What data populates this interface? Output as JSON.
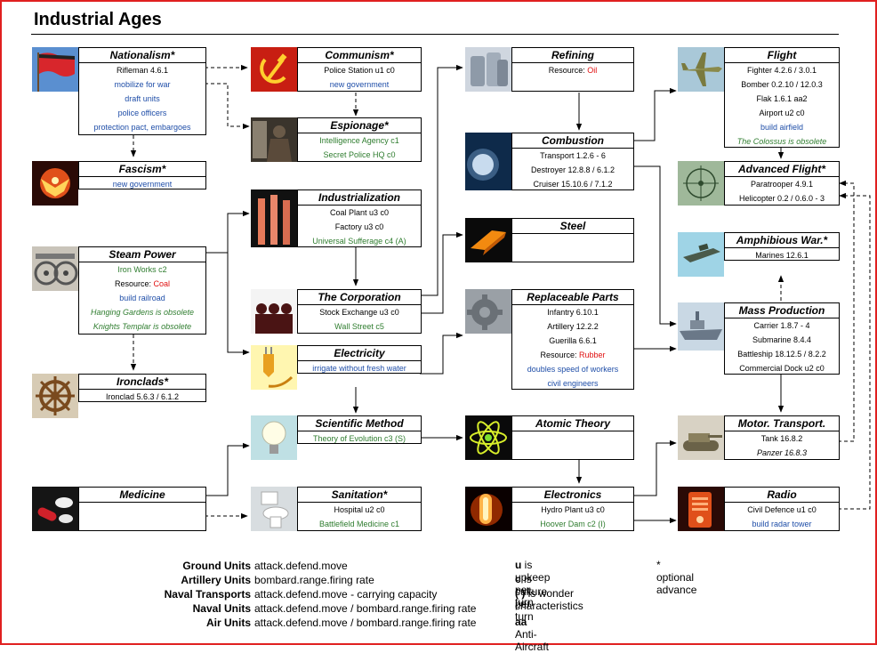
{
  "title": "Industrial Ages",
  "nodes": {
    "nationalism": {
      "name": "Nationalism*",
      "lines": [
        "Rifleman  4.6.1",
        "mobilize for war",
        "draft units",
        "police officers",
        "protection pact, embargoes"
      ],
      "icon": "red-flag-icon"
    },
    "fascism": {
      "name": "Fascism*",
      "lines": [
        "new government"
      ],
      "icon": "fascism-eagle-icon"
    },
    "steam_power": {
      "name": "Steam Power",
      "lines": [
        "Iron Works  c2",
        "Resource: ",
        "build railroad",
        "Hanging Gardens is obsolete",
        "Knights Templar is obsolete"
      ],
      "resource": "Coal",
      "icon": "steam-locomotive-icon"
    },
    "ironclads": {
      "name": "Ironclads*",
      "lines": [
        "Ironclad  5.6.3 / 6.1.2"
      ],
      "icon": "ship-wheel-icon"
    },
    "medicine": {
      "name": "Medicine",
      "lines": [],
      "icon": "pills-icon"
    },
    "communism": {
      "name": "Communism*",
      "lines": [
        "Police Station  u1 c0",
        "new government"
      ],
      "icon": "hammer-sickle-icon"
    },
    "espionage": {
      "name": "Espionage*",
      "lines": [
        "Intelligence Agency  c1",
        "Secret Police HQ  c0"
      ],
      "icon": "spy-icon"
    },
    "industrialization": {
      "name": "Industrialization",
      "lines": [
        "Coal Plant  u3 c0",
        "Factory  u3 c0",
        "Universal Sufferage  c4 (A)"
      ],
      "icon": "smokestacks-icon"
    },
    "corporation": {
      "name": "The Corporation",
      "lines": [
        "Stock Exchange u3 c0",
        "Wall Street c5"
      ],
      "icon": "businessmen-icon"
    },
    "electricity": {
      "name": "Electricity",
      "lines": [
        "irrigate without fresh water"
      ],
      "icon": "electric-plug-icon"
    },
    "scientific_method": {
      "name": "Scientific Method",
      "lines": [
        "Theory of Evolution  c3 (S)"
      ],
      "icon": "light-bulb-icon"
    },
    "sanitation": {
      "name": "Sanitation*",
      "lines": [
        "Hospital  u2 c0",
        "Battlefield Medicine c1"
      ],
      "icon": "toilet-icon"
    },
    "refining": {
      "name": "Refining",
      "lines": [
        "Resource: "
      ],
      "resource": "Oil",
      "icon": "oil-barrels-icon"
    },
    "combustion": {
      "name": "Combustion",
      "lines": [
        "Transport  1.2.6 - 6",
        "Destroyer  12.8.8 / 6.1.2",
        "Cruiser 15.10.6 / 7.1.2"
      ],
      "icon": "combustion-flame-icon"
    },
    "steel": {
      "name": "Steel",
      "lines": [],
      "icon": "steel-bar-icon"
    },
    "replaceable_parts": {
      "name": "Replaceable Parts",
      "lines": [
        "Infantry  6.10.1",
        "Artillery  12.2.2",
        "Guerilla 6.6.1",
        "Resource: ",
        "doubles speed of workers",
        "civil engineers"
      ],
      "resource": "Rubber",
      "icon": "gear-icon"
    },
    "atomic_theory": {
      "name": "Atomic Theory",
      "lines": [],
      "icon": "atom-icon"
    },
    "electronics": {
      "name": "Electronics",
      "lines": [
        "Hydro Plant  u3 c0",
        "Hoover Dam  c2 (I)"
      ],
      "icon": "glowing-tube-icon"
    },
    "flight": {
      "name": "Flight",
      "lines": [
        "Fighter  4.2.6 / 3.0.1",
        "Bomber  0.2.10 / 12.0.3",
        "Flak  1.6.1 aa2",
        "Airport  u2 c0",
        "build airfield",
        "The Colossus is obsolete"
      ],
      "icon": "airplane-icon"
    },
    "advanced_flight": {
      "name": "Advanced Flight*",
      "lines": [
        "Paratrooper  4.9.1",
        "Helicopter  0.2 / 0.6.0 - 3"
      ],
      "icon": "crosshair-icon"
    },
    "amphibious": {
      "name": "Amphibious War.*",
      "lines": [
        "Marines  12.6.1"
      ],
      "icon": "amphibious-vehicle-icon"
    },
    "mass_production": {
      "name": "Mass Production",
      "lines": [
        "Carrier  1.8.7 - 4",
        "Submarine  8.4.4",
        "Battleship 18.12.5 / 8.2.2",
        "Commercial Dock u2 c0"
      ],
      "icon": "battleship-icon"
    },
    "motor_transport": {
      "name": "Motor. Transport.",
      "lines": [
        "Tank  16.8.2",
        "Panzer  16.8.3"
      ],
      "icon": "tank-icon"
    },
    "radio": {
      "name": "Radio",
      "lines": [
        "Civil Defence u1 c0",
        "build radar tower"
      ],
      "icon": "radio-icon"
    }
  },
  "legend": {
    "units": [
      {
        "key": "Ground Units",
        "value": "attack.defend.move"
      },
      {
        "key": "Artillery Units",
        "value": "bombard.range.firing rate"
      },
      {
        "key": "Naval Transports",
        "value": "attack.defend.move - carrying capacity"
      },
      {
        "key": "Naval Units",
        "value": "attack.defend.move /  bombard.range.firing rate"
      },
      {
        "key": "Air Units",
        "value": "attack.defend.move / bombard.range.firing rate"
      }
    ],
    "notes": [
      {
        "key": "u",
        "value": " is upkeep per turn"
      },
      {
        "key": "c",
        "value": " is culture per turn"
      },
      {
        "key": "( )",
        "value": " is wonder characteristics"
      },
      {
        "key": "aa",
        "value": " Anti-Aircraft"
      }
    ],
    "optional": "* optional advance"
  },
  "colors": {
    "border": "#e02020",
    "effect_blue": "#1f4ea8",
    "building_green": "#2f7d2f",
    "resource_red": "#e01010"
  }
}
